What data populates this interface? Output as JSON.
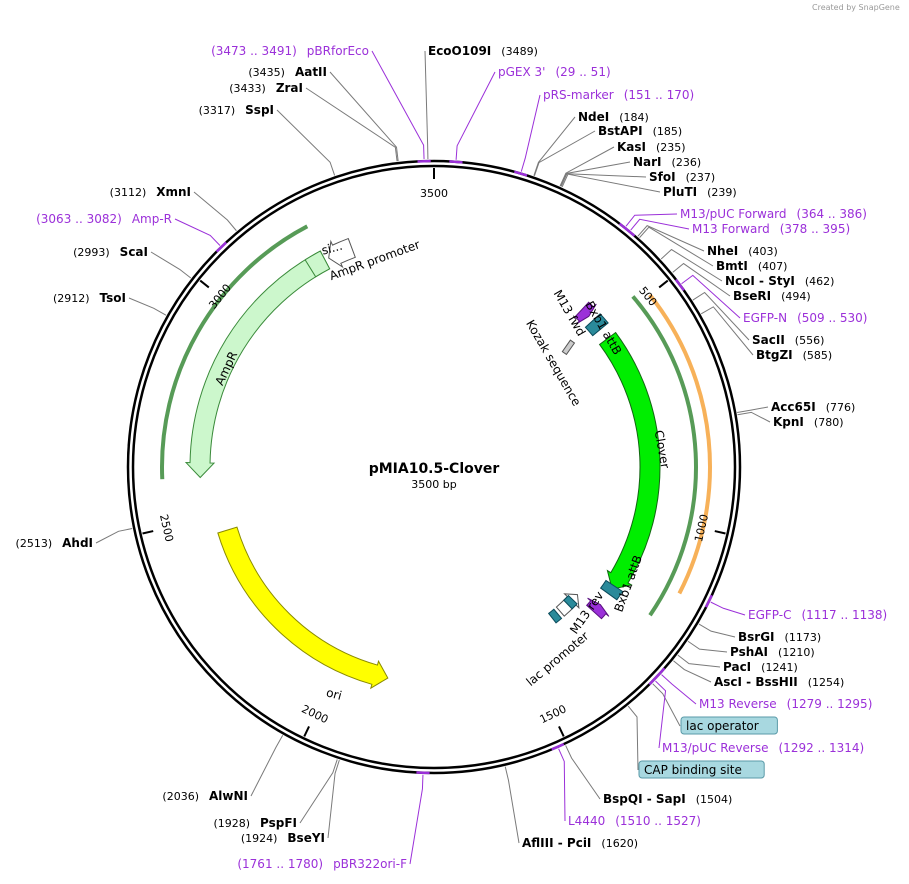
{
  "credit": "Created by SnapGene",
  "plasmid": {
    "name": "pMIA10.5-Clover",
    "length_label": "3500 bp",
    "length": 3500
  },
  "ticks": [
    {
      "bp": 3500,
      "label": "3500"
    },
    {
      "bp": 500,
      "label": "500"
    },
    {
      "bp": 1000,
      "label": "1000"
    },
    {
      "bp": 1500,
      "label": "1500"
    },
    {
      "bp": 2000,
      "label": "2000"
    },
    {
      "bp": 2500,
      "label": "2500"
    },
    {
      "bp": 3000,
      "label": "3000"
    }
  ],
  "features": [
    {
      "id": "ampr",
      "label": "AmpR",
      "start": 2600,
      "end": 3230,
      "dir": "ccw",
      "ring": 0,
      "fill": "#ccf7cc",
      "stroke": "#3a8a3a"
    },
    {
      "id": "ampr-promoter",
      "label": "AmpR promoter",
      "start": 3240,
      "end": 3300,
      "dir": "ccw",
      "ring": 0,
      "fill": "#ffffff",
      "stroke": "#555555"
    },
    {
      "id": "signal",
      "label": "si...",
      "start": 3190,
      "end": 3230,
      "dir": "none",
      "ring": 0,
      "fill": "#ccf7cc",
      "stroke": "#3a8a3a"
    },
    {
      "id": "ori",
      "label": "ori",
      "start": 1870,
      "end": 2460,
      "dir": "ccw",
      "ring": 1,
      "fill": "#ffff00",
      "stroke": "#8a8a00"
    },
    {
      "id": "clover",
      "label": "Clover",
      "start": 520,
      "end": 1210,
      "dir": "cw",
      "ring": 1,
      "fill": "#00ee00",
      "stroke": "#116611"
    },
    {
      "id": "lac-promoter",
      "label": "lac promoter",
      "start": 1280,
      "end": 1350,
      "dir": "ccw",
      "ring": 2,
      "fill": "#ffffff",
      "stroke": "#555555"
    },
    {
      "id": "bxb1-attb-top",
      "label": "Bxb1 attB",
      "start": 460,
      "end": 490,
      "dir": "none",
      "ring": 1,
      "fill": "#2a8a9a",
      "stroke": "#0a4a5a"
    },
    {
      "id": "bxb1-attb-bottom",
      "label": "Bxb1 attB",
      "start": 1200,
      "end": 1225,
      "dir": "none",
      "ring": 1,
      "fill": "#2a8a9a",
      "stroke": "#0a4a5a"
    },
    {
      "id": "m13-fwd",
      "label": "M13 fwd",
      "start": 420,
      "end": 445,
      "dir": "cw",
      "ring": 1,
      "fill": "#9b30d9",
      "stroke": "#5a1080"
    },
    {
      "id": "m13-rev",
      "label": "M13 rev",
      "start": 1260,
      "end": 1285,
      "dir": "ccw",
      "ring": 1,
      "fill": "#9b30d9",
      "stroke": "#5a1080"
    },
    {
      "id": "kozak",
      "label": "Kozak sequence",
      "start": 0,
      "end": 0,
      "dir": "none",
      "ring": 3,
      "fill": "#cccccc",
      "stroke": "#555555"
    },
    {
      "id": "lac-operator",
      "label": "lac operator",
      "start": 1300,
      "end": 1320,
      "dir": "none",
      "ring": 2,
      "fill": "#2a8a9a",
      "stroke": "#0a4a5a"
    },
    {
      "id": "cap-site",
      "label": "CAP binding site",
      "start": 1360,
      "end": 1380,
      "dir": "none",
      "ring": 2,
      "fill": "#2a8a9a",
      "stroke": "#0a4a5a"
    }
  ],
  "outer_arcs": [
    {
      "id": "egfp-orf",
      "start": 500,
      "end": 1140,
      "color": "#f6a33c"
    },
    {
      "id": "clover-orf",
      "start": 480,
      "end": 1210,
      "color": "#3a8a3a"
    },
    {
      "id": "ampr-orf",
      "start": 2600,
      "end": 3230,
      "color": "#3a8a3a"
    }
  ],
  "labels": [
    {
      "kind": "enzyme",
      "name": "EcoO109I",
      "pos": "(3489)",
      "bp": 3489
    },
    {
      "kind": "primer",
      "name": "pBRforEco",
      "pos": "(3473 .. 3491)",
      "bp": 3482
    },
    {
      "kind": "enzyme",
      "name": "AatII",
      "pos": "(3435)",
      "bp": 3435
    },
    {
      "kind": "enzyme",
      "name": "ZraI",
      "pos": "(3433)",
      "bp": 3433
    },
    {
      "kind": "enzyme",
      "name": "SspI",
      "pos": "(3317)",
      "bp": 3317
    },
    {
      "kind": "enzyme",
      "name": "XmnI",
      "pos": "(3112)",
      "bp": 3112
    },
    {
      "kind": "primer",
      "name": "Amp-R",
      "pos": "(3063 .. 3082)",
      "bp": 3072
    },
    {
      "kind": "enzyme",
      "name": "ScaI",
      "pos": "(2993)",
      "bp": 2993
    },
    {
      "kind": "enzyme",
      "name": "TsoI",
      "pos": "(2912)",
      "bp": 2912
    },
    {
      "kind": "enzyme",
      "name": "AhdI",
      "pos": "(2513)",
      "bp": 2513
    },
    {
      "kind": "enzyme",
      "name": "AlwNI",
      "pos": "(2036)",
      "bp": 2036
    },
    {
      "kind": "enzyme",
      "name": "PspFI",
      "pos": "(1928)",
      "bp": 1928
    },
    {
      "kind": "enzyme",
      "name": "BseYI",
      "pos": "(1924)",
      "bp": 1924
    },
    {
      "kind": "primer",
      "name": "pBR322ori-F",
      "pos": "(1761 .. 1780)",
      "bp": 1770
    },
    {
      "kind": "enzyme",
      "name": "AflIII - PciI",
      "pos": "(1620)",
      "bp": 1620
    },
    {
      "kind": "primer",
      "name": "L4440",
      "pos": "(1510 .. 1527)",
      "bp": 1518
    },
    {
      "kind": "enzyme",
      "name": "BspQI - SapI",
      "pos": "(1504)",
      "bp": 1504
    },
    {
      "kind": "primer",
      "name": "pGEX 3'",
      "pos": "(29 .. 51)",
      "bp": 40
    },
    {
      "kind": "primer",
      "name": "pRS-marker",
      "pos": "(151 .. 170)",
      "bp": 160
    },
    {
      "kind": "enzyme",
      "name": "NdeI",
      "pos": "(184)",
      "bp": 184
    },
    {
      "kind": "enzyme",
      "name": "BstAPI",
      "pos": "(185)",
      "bp": 185
    },
    {
      "kind": "enzyme",
      "name": "KasI",
      "pos": "(235)",
      "bp": 235
    },
    {
      "kind": "enzyme",
      "name": "NarI",
      "pos": "(236)",
      "bp": 236
    },
    {
      "kind": "enzyme",
      "name": "SfoI",
      "pos": "(237)",
      "bp": 237
    },
    {
      "kind": "enzyme",
      "name": "PluTI",
      "pos": "(239)",
      "bp": 239
    },
    {
      "kind": "primer",
      "name": "M13/pUC Forward",
      "pos": "(364 .. 386)",
      "bp": 375
    },
    {
      "kind": "primer",
      "name": "M13 Forward",
      "pos": "(378 .. 395)",
      "bp": 386
    },
    {
      "kind": "enzyme",
      "name": "NheI",
      "pos": "(403)",
      "bp": 403
    },
    {
      "kind": "enzyme",
      "name": "BmtI",
      "pos": "(407)",
      "bp": 407
    },
    {
      "kind": "enzyme",
      "name": "NcoI - StyI",
      "pos": "(462)",
      "bp": 462
    },
    {
      "kind": "enzyme",
      "name": "BseRI",
      "pos": "(494)",
      "bp": 494
    },
    {
      "kind": "primer",
      "name": "EGFP-N",
      "pos": "(509 .. 530)",
      "bp": 520
    },
    {
      "kind": "enzyme",
      "name": "SacII",
      "pos": "(556)",
      "bp": 556
    },
    {
      "kind": "enzyme",
      "name": "BtgZI",
      "pos": "(585)",
      "bp": 585
    },
    {
      "kind": "enzyme",
      "name": "Acc65I",
      "pos": "(776)",
      "bp": 776
    },
    {
      "kind": "enzyme",
      "name": "KpnI",
      "pos": "(780)",
      "bp": 780
    },
    {
      "kind": "primer",
      "name": "EGFP-C",
      "pos": "(1117 .. 1138)",
      "bp": 1128
    },
    {
      "kind": "enzyme",
      "name": "BsrGI",
      "pos": "(1173)",
      "bp": 1173
    },
    {
      "kind": "enzyme",
      "name": "PshAI",
      "pos": "(1210)",
      "bp": 1210
    },
    {
      "kind": "enzyme",
      "name": "PacI",
      "pos": "(1241)",
      "bp": 1241
    },
    {
      "kind": "enzyme",
      "name": "AscI - BssHII",
      "pos": "(1254)",
      "bp": 1254
    },
    {
      "kind": "primer",
      "name": "M13 Reverse",
      "pos": "(1279 .. 1295)",
      "bp": 1287
    },
    {
      "kind": "feature-box",
      "name": "lac operator",
      "pos": "",
      "bp": 1310
    },
    {
      "kind": "primer",
      "name": "M13/pUC Reverse",
      "pos": "(1292 .. 1314)",
      "bp": 1303
    },
    {
      "kind": "feature-box",
      "name": "CAP binding site",
      "pos": "",
      "bp": 1370
    }
  ]
}
